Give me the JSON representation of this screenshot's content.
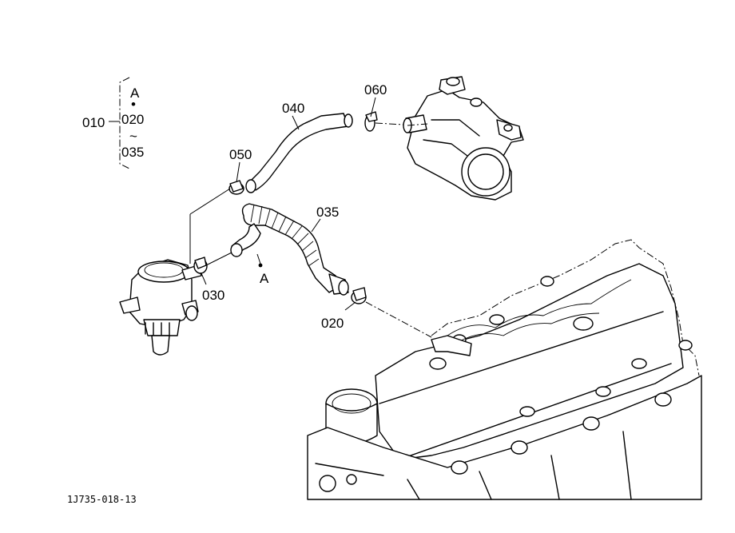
{
  "diagram": {
    "group": {
      "label": "010",
      "marker": "A",
      "bullet": "•",
      "range_start": "020",
      "tilde": "~",
      "range_end": "035"
    },
    "callouts": {
      "p020": "020",
      "p030": "030",
      "p035": "035",
      "p040": "040",
      "p050": "050",
      "p060": "060",
      "marker_a": "A"
    },
    "drawing_number": "1J735-018-13"
  }
}
